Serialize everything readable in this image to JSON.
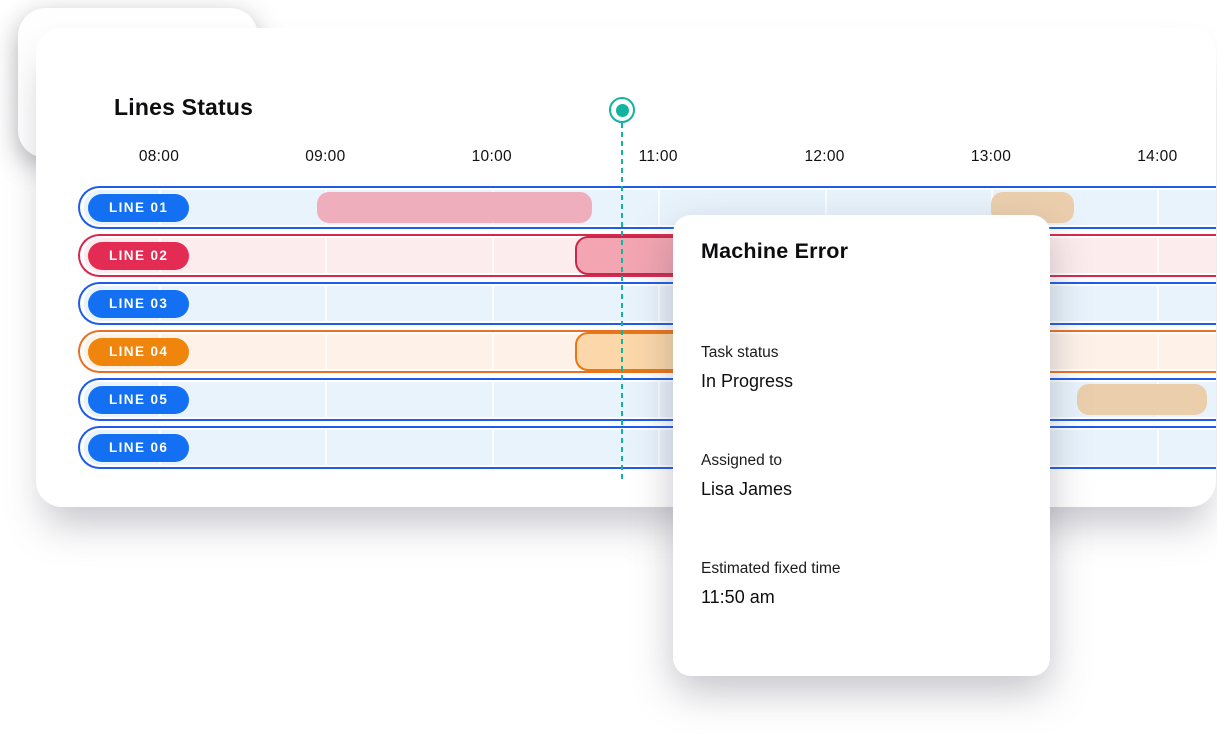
{
  "panel": {
    "title": "Lines Status"
  },
  "time_axis": [
    "08:00",
    "09:00",
    "10:00",
    "11:00",
    "12:00",
    "13:00",
    "14:00"
  ],
  "chart_data": {
    "type": "gantt-timeline",
    "title": "Lines Status",
    "x_axis": {
      "start": "08:00",
      "end": "14:00",
      "tick_labels": [
        "08:00",
        "09:00",
        "10:00",
        "11:00",
        "12:00",
        "13:00",
        "14:00"
      ]
    },
    "marker_time": "10:47",
    "rows": [
      {
        "id": "line-01",
        "label": "LINE 01",
        "theme": "blue",
        "bars": [
          {
            "start": "08:57",
            "end": "10:36",
            "style": "pink"
          },
          {
            "start": "13:00",
            "end": "13:30",
            "style": "tan"
          }
        ]
      },
      {
        "id": "line-02",
        "label": "LINE 02",
        "theme": "red",
        "bars": [
          {
            "start": "10:30",
            "end": "12:30",
            "style": "red-bordered"
          }
        ]
      },
      {
        "id": "line-03",
        "label": "LINE 03",
        "theme": "blue",
        "bars": []
      },
      {
        "id": "line-04",
        "label": "LINE 04",
        "theme": "orange",
        "bars": [
          {
            "start": "10:30",
            "end": "12:30",
            "style": "orange-bordered"
          }
        ]
      },
      {
        "id": "line-05",
        "label": "LINE 05",
        "theme": "blue",
        "bars": [
          {
            "start": "13:31",
            "end": "14:18",
            "style": "tan"
          }
        ]
      },
      {
        "id": "line-06",
        "label": "LINE 06",
        "theme": "blue",
        "bars": []
      }
    ]
  },
  "tooltip": {
    "title": "Machine Error",
    "sections": [
      {
        "label": "Task status",
        "value": "In Progress"
      },
      {
        "label": "Assigned to",
        "value": "Lisa James"
      },
      {
        "label": "Estimated fixed time",
        "value": "11:50 am"
      }
    ]
  },
  "colors": {
    "accent_teal": "#12b4a0",
    "blue_badge": "#1470f2",
    "blue_border": "#1f5cee",
    "blue_tint": "#e9f3fc",
    "red_badge": "#e42b54",
    "red_border": "#d8284e",
    "red_tint": "#fdeced",
    "orange_badge": "#f0850d",
    "orange_border": "#e97125",
    "orange_tint": "#fdf1e8",
    "bar_pink": "#efaebc",
    "bar_tan": "#ebcfad",
    "bar_red_fill": "#f3a5b1",
    "bar_red_border": "#c5294d",
    "bar_orange_fill": "#fbd7a9",
    "bar_orange_border": "#ea7713"
  }
}
